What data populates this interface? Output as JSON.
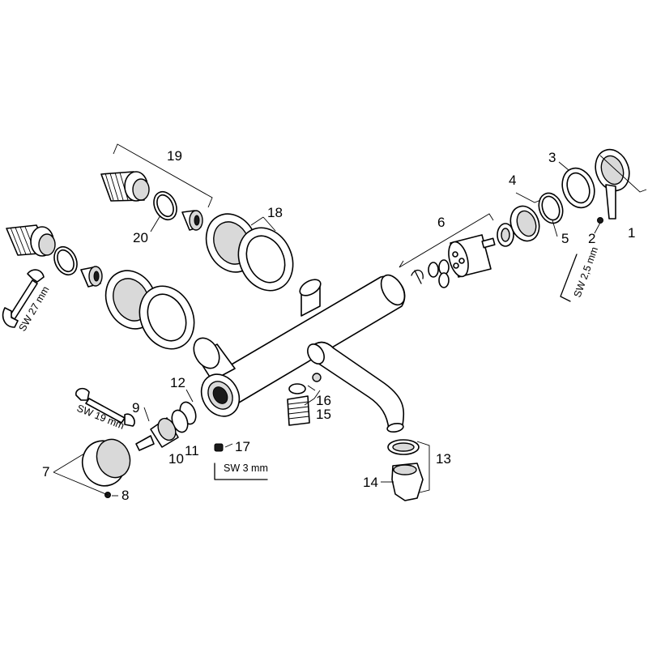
{
  "callouts": {
    "n1": "1",
    "n2": "2",
    "n3": "3",
    "n4": "4",
    "n5": "5",
    "n6": "6",
    "n7": "7",
    "n8": "8",
    "n9": "9",
    "n10": "10",
    "n11": "11",
    "n12": "12",
    "n13": "13",
    "n14": "14",
    "n15": "15",
    "n16": "16",
    "n17": "17",
    "n18": "18",
    "n19": "19",
    "n20": "20"
  },
  "tools": {
    "sw27": "SW 27 mm",
    "sw19": "SW 19 mm",
    "sw3": "SW 3 mm",
    "sw25": "SW 2,5 mm"
  }
}
